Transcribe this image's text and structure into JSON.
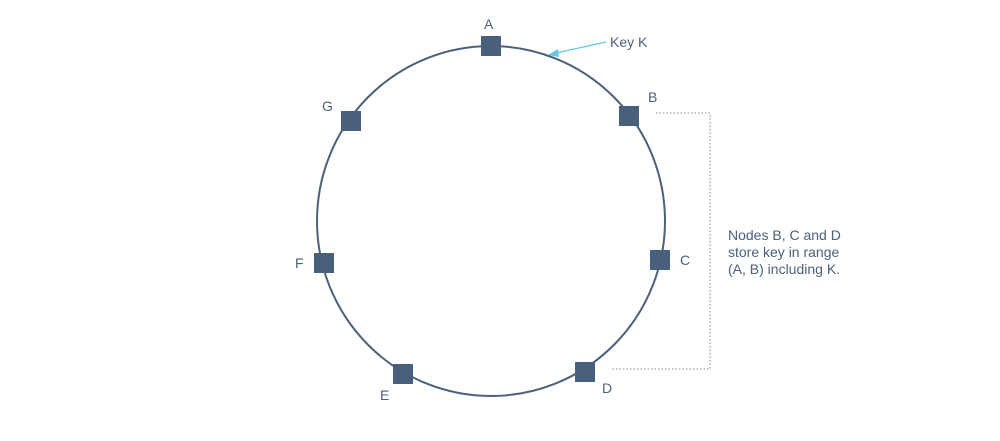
{
  "ring": {
    "nodes": [
      {
        "id": "node-a",
        "label": "A"
      },
      {
        "id": "node-b",
        "label": "B"
      },
      {
        "id": "node-c",
        "label": "C"
      },
      {
        "id": "node-d",
        "label": "D"
      },
      {
        "id": "node-e",
        "label": "E"
      },
      {
        "id": "node-f",
        "label": "F"
      },
      {
        "id": "node-g",
        "label": "G"
      }
    ],
    "key_label": "Key K"
  },
  "note": {
    "lines": [
      "Nodes B, C and D",
      "store key in range",
      "(A, B) including K."
    ]
  },
  "colors": {
    "ring": "#4b6179",
    "node": "#48607c",
    "text": "#4b6179",
    "key_arrow": "#5ec8e6",
    "bracket": "#8a8a8a"
  }
}
